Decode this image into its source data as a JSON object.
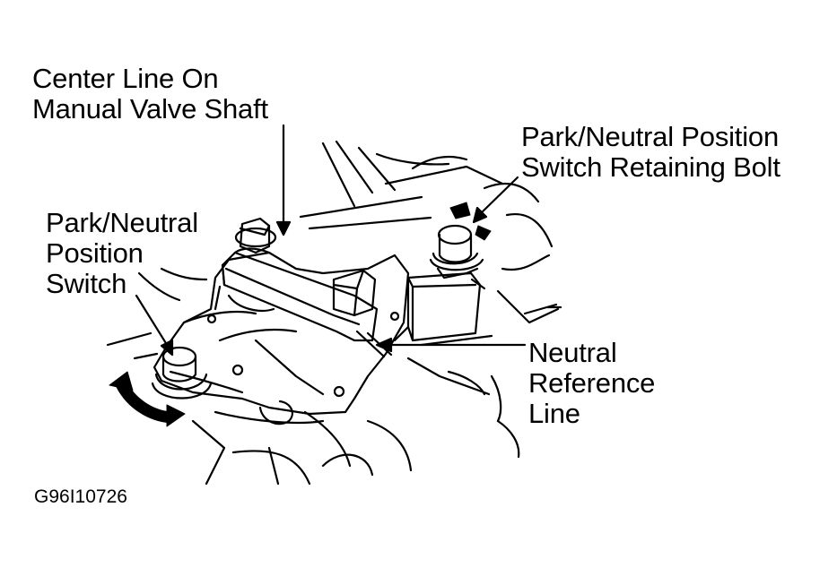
{
  "labels": {
    "manual_valve_centerline": [
      "Center Line On",
      "Manual Valve Shaft"
    ],
    "retaining_bolt": [
      "Park/Neutral Position",
      "Switch Retaining Bolt"
    ],
    "pn_switch": [
      "Park/Neutral",
      "Position",
      "Switch"
    ],
    "neutral_reference": [
      "Neutral",
      "Reference",
      "Line"
    ]
  },
  "figure_code": "G96I10726",
  "colors": {
    "ink": "#000000",
    "paper": "#ffffff"
  }
}
